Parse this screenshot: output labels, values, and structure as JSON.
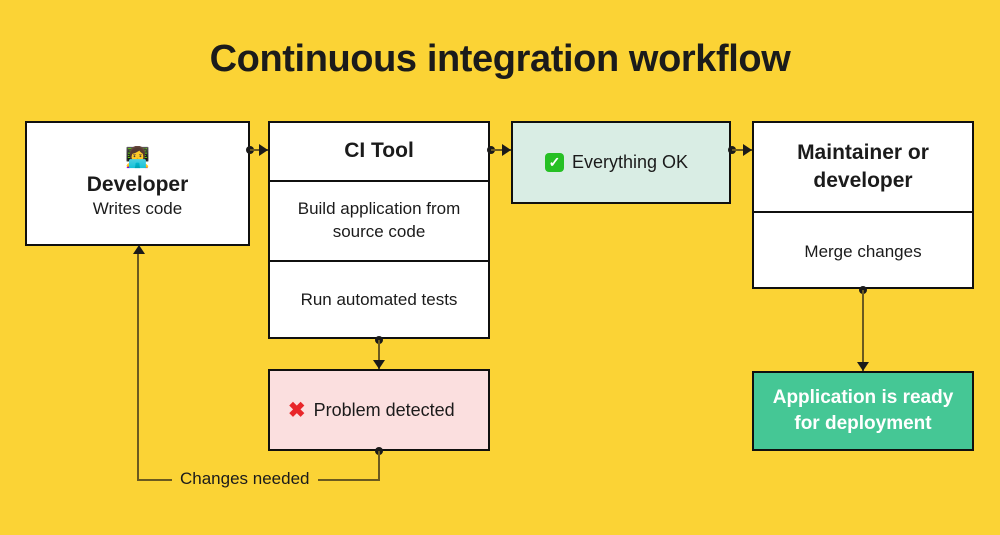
{
  "title": "Continuous integration workflow",
  "theme": {
    "background": "#fbd335",
    "node_border": "#10100f",
    "node_fill": "#ffffff",
    "success_light": "#d9ede4",
    "success_solid": "#45c795",
    "error_light": "#fbdfdf",
    "connector": "#6b5a1f",
    "text": "#1b1b1b"
  },
  "nodes": {
    "developer": {
      "icon": "technologist-emoji",
      "emoji": "👩‍💻",
      "name": "Developer",
      "subtitle": "Writes code"
    },
    "ci_tool": {
      "header": "CI Tool",
      "steps": [
        "Build application from source code",
        "Run automated tests"
      ]
    },
    "everything_ok": {
      "icon": "check-mark-button-icon",
      "glyph": "✓",
      "label": "Everything OK"
    },
    "problem_detected": {
      "icon": "cross-mark-icon",
      "glyph": "✖",
      "label": "Problem detected"
    },
    "maintainer": {
      "header": "Maintainer or developer",
      "action": "Merge changes"
    },
    "deployment": {
      "label": "Application is ready for deployment"
    }
  },
  "edges": {
    "changes_needed_label": "Changes needed"
  }
}
